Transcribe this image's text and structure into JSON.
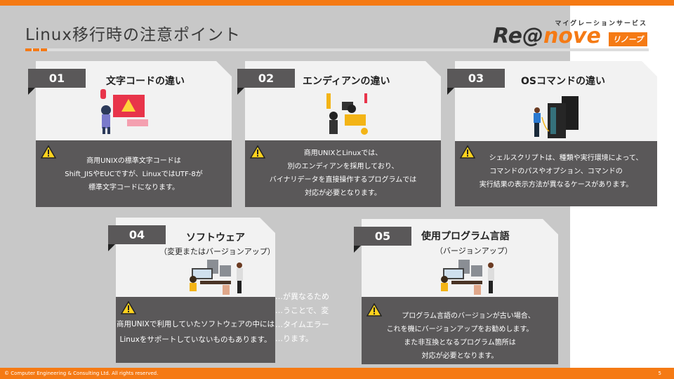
{
  "header": {
    "title": "Linux移行時の注意ポイント"
  },
  "logo": {
    "subtitle": "マイグレーションサービス",
    "name_prefix": "Re@",
    "name_suffix": "nove",
    "badge": "リノーブ"
  },
  "background_text": [
    "…が異なるため",
    "…うことで、変",
    "…タイムエラー",
    "…ります。"
  ],
  "cards": [
    {
      "number": "01",
      "title": "文字コードの違い",
      "subtitle": "",
      "lines": [
        "商用UNIXの標準文字コードは",
        "Shift_JISやEUCですが、LinuxではUTF-8が",
        "標準文字コードになります。"
      ]
    },
    {
      "number": "02",
      "title": "エンディアンの違い",
      "subtitle": "",
      "lines": [
        "商用UNIXとLinuxでは、",
        "別のエンディアンを採用しており、",
        "バイナリデータを直接操作するプログラムでは",
        "対応が必要となります。"
      ]
    },
    {
      "number": "03",
      "title": "OSコマンドの違い",
      "subtitle": "",
      "lines": [
        "シェルスクリプトは、種類や実行環境によって、",
        "コマンドのパスやオプション、コマンドの",
        "実行結果の表示方法が異なるケースがあります。"
      ]
    },
    {
      "number": "04",
      "title": "ソフトウェア",
      "subtitle": "（変更またはバージョンアップ）",
      "lines": [
        "商用UNIXで利用していたソフトウェアの中には",
        "Linuxをサポートしていないものもあります。"
      ]
    },
    {
      "number": "05",
      "title": "使用プログラム言語",
      "subtitle": "（バージョンアップ）",
      "lines": [
        "プログラム言語のバージョンが古い場合、",
        "これを機にバージョンアップをお勧めします。",
        "また非互換となるプログラム箇所は",
        "対応が必要となります。"
      ]
    }
  ],
  "footer": {
    "copyright": "© Computer Engineering & Consulting Ltd. All rights reserved.",
    "page": "5"
  },
  "colors": {
    "accent": "#f57a14",
    "dark": "#5a5859",
    "card": "#f2f2f2",
    "background": "#c8c8c8"
  }
}
